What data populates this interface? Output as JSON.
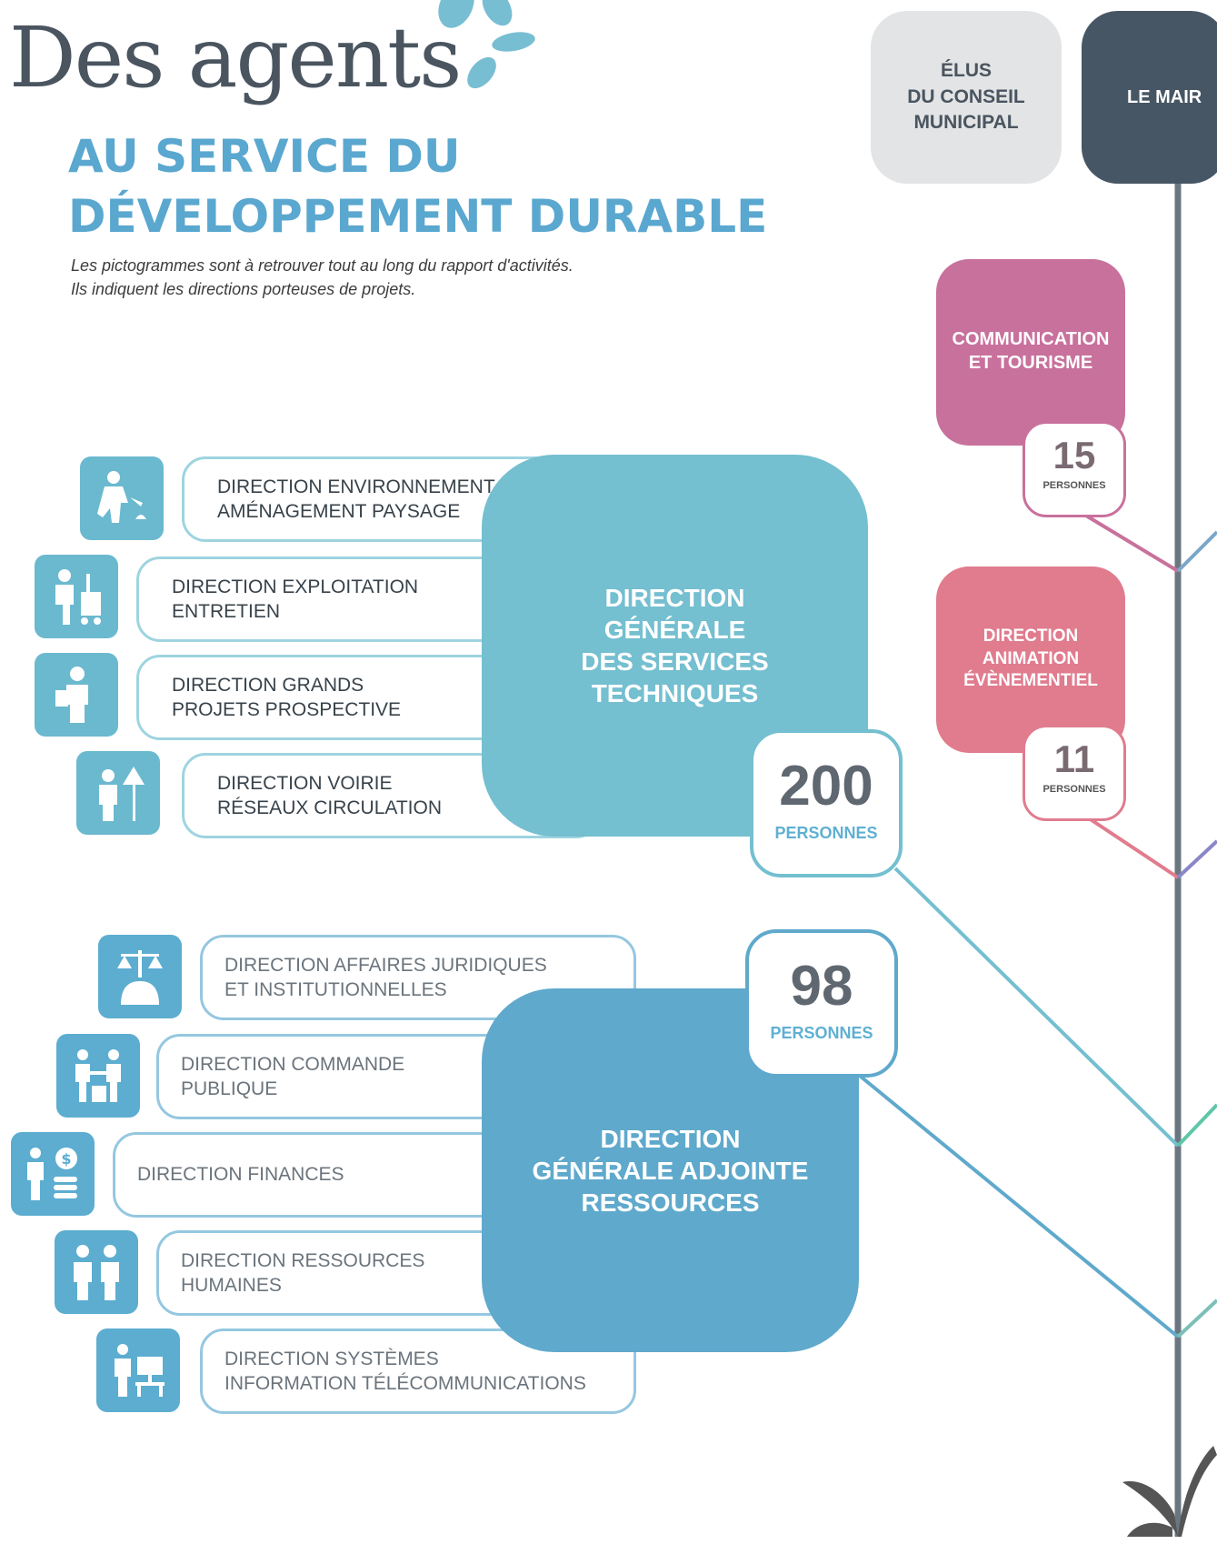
{
  "header": {
    "title": "Des agents",
    "subtitle_line1": "AU SERVICE DU",
    "subtitle_line2": "DÉVELOPPEMENT DURABLE",
    "intro_line1": "Les pictogrammes sont à retrouver tout au long du rapport d'activités.",
    "intro_line2": "Ils indiquent les directions porteuses de projets."
  },
  "top": {
    "elus": [
      "ÉLUS",
      "DU CONSEIL",
      "MUNICIPAL"
    ],
    "maire": "LE MAIR"
  },
  "communication": {
    "label": [
      "COMMUNICATION",
      "ET TOURISME"
    ],
    "count": "15",
    "count_label": "PERSONNES"
  },
  "animation": {
    "label": [
      "DIRECTION",
      "ANIMATION",
      "ÉVÈNEMENTIEL"
    ],
    "count": "11",
    "count_label": "PERSONNES"
  },
  "dgst": {
    "label": [
      "DIRECTION",
      "GÉNÉRALE",
      "DES SERVICES",
      "TECHNIQUES"
    ],
    "count": "200",
    "count_label": "PERSONNES",
    "directions": [
      {
        "line1": "DIRECTION ENVIRONNEMENT",
        "line2": "AMÉNAGEMENT PAYSAGE",
        "icon": "gardener-icon"
      },
      {
        "line1": "DIRECTION EXPLOITATION",
        "line2": "ENTRETIEN",
        "icon": "cleaning-cart-icon"
      },
      {
        "line1": "DIRECTION GRANDS",
        "line2": "PROJETS PROSPECTIVE",
        "icon": "architect-icon"
      },
      {
        "line1": "DIRECTION VOIRIE",
        "line2": "RÉSEAUX CIRCULATION",
        "icon": "road-sign-icon"
      }
    ]
  },
  "dga": {
    "label": [
      "DIRECTION",
      "GÉNÉRALE ADJOINTE",
      "RESSOURCES"
    ],
    "count": "98",
    "count_label": "PERSONNES",
    "directions": [
      {
        "line1": "DIRECTION AFFAIRES JURIDIQUES",
        "line2": "ET INSTITUTIONNELLES",
        "icon": "justice-scale-icon"
      },
      {
        "line1": "DIRECTION COMMANDE",
        "line2": "PUBLIQUE",
        "icon": "handover-icon"
      },
      {
        "line1": "DIRECTION FINANCES",
        "line2": "",
        "icon": "money-icon"
      },
      {
        "line1": "DIRECTION RESSOURCES",
        "line2": "HUMAINES",
        "icon": "people-icon"
      },
      {
        "line1": "DIRECTION SYSTÈMES",
        "line2": "INFORMATION TÉLÉCOMMUNICATIONS",
        "icon": "computer-icon"
      }
    ]
  },
  "colors": {
    "teal": "#74bfd0",
    "blue": "#5fa9cc",
    "title_blue": "#5aa7cf",
    "pink": "#c8719c",
    "rose": "#e07c8e",
    "dark": "#475664",
    "grey": "#e3e4e5"
  }
}
